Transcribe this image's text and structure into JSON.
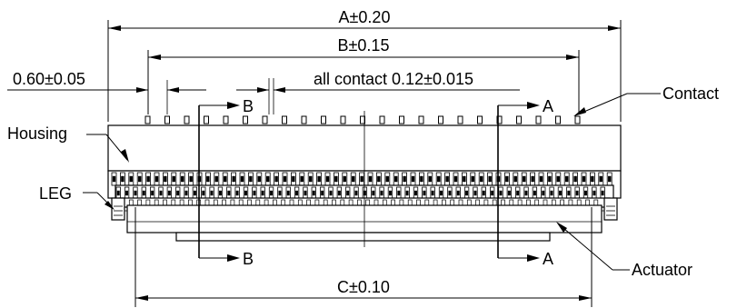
{
  "dimensions": {
    "a": "A±0.20",
    "b": "B±0.15",
    "pitch": "0.60±0.05",
    "contact_width": "all contact 0.12±0.015",
    "c": "C±0.10"
  },
  "section_markers": {
    "b_top": "B",
    "b_bottom": "B",
    "a_top": "A",
    "a_bottom": "A"
  },
  "callouts": {
    "housing": "Housing",
    "contact": "Contact",
    "leg": "LEG",
    "actuator": "Actuator"
  }
}
